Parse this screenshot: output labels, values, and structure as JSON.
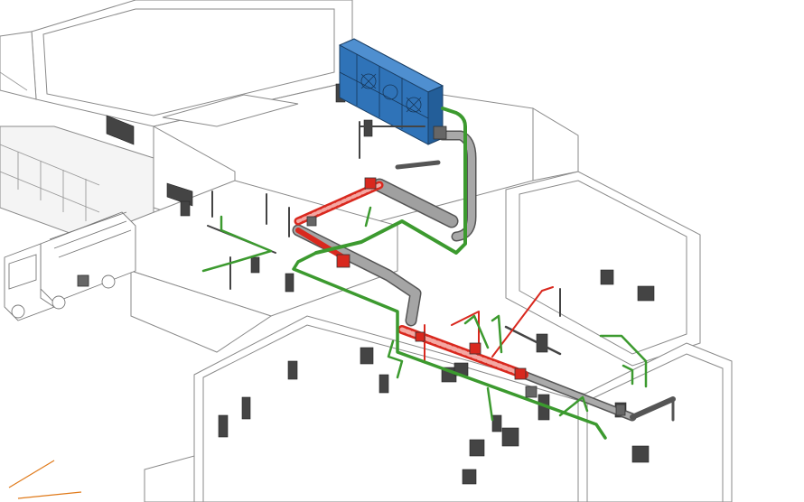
{
  "colors": {
    "background": "#ffffff",
    "building_line": "#8a8a8a",
    "supply_duct": "#9c9c9c",
    "supply_duct_outline": "#555555",
    "exhaust_red": "#d9281e",
    "exhaust_green": "#3c9a2f",
    "ahu_fill": "#2f73b8",
    "ahu_outline": "#1a3f66",
    "terminal": "#555555"
  },
  "elements": {
    "air_handling_unit": "ahu-icon",
    "supply_duct": "duct-run",
    "return_duct_red": "red-duct-run",
    "exhaust_duct_green": "green-duct-run",
    "fire_truck": "fire-truck-icon",
    "air_terminals": "terminal-icon"
  }
}
